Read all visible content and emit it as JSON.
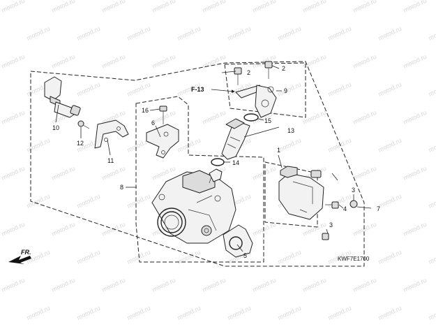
{
  "watermark": {
    "text": "motod.ru"
  },
  "callouts": {
    "c1": "1",
    "c2a": "2",
    "c2b": "2",
    "c3a": "3",
    "c3b": "3",
    "c4": "4",
    "c5": "5",
    "c6": "6",
    "c7": "7",
    "c8": "8",
    "c9": "9",
    "c10": "10",
    "c11": "11",
    "c12": "12",
    "c13": "13",
    "c14": "14",
    "c15": "15",
    "c16": "16"
  },
  "reference": "F-13",
  "direction_label": "FR.",
  "diagram_code": "KWF7E1700"
}
